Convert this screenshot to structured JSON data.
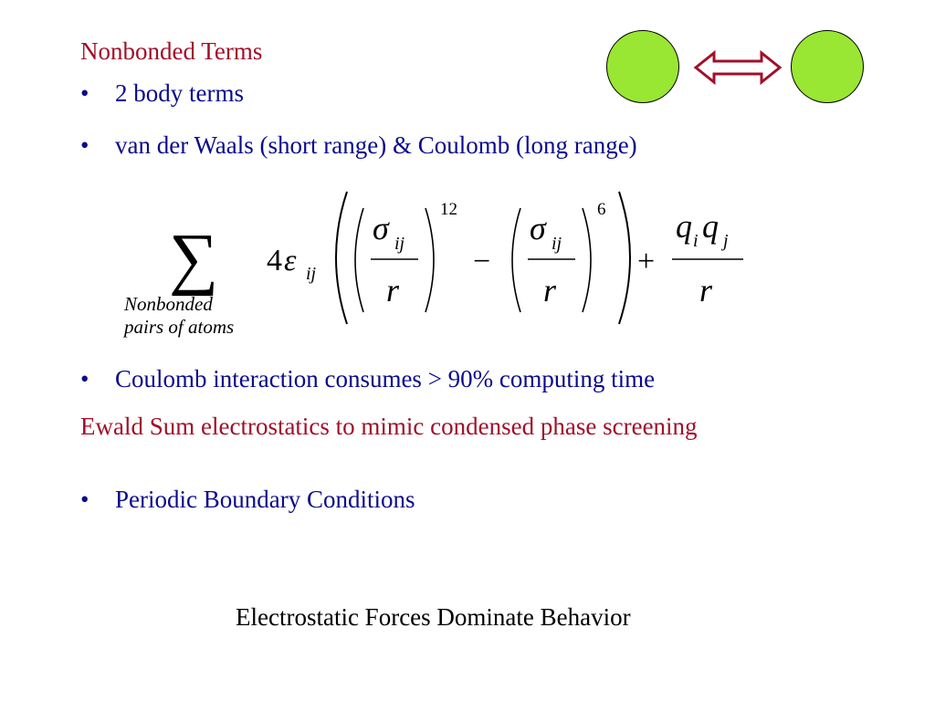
{
  "slide": {
    "heading": "Nonbonded Terms",
    "bullets_top": [
      {
        "marker": "•",
        "text": "2 body terms"
      },
      {
        "marker": "•",
        "text": "van der Waals (short range) & Coulomb (long range)"
      }
    ],
    "bullet_coulomb": {
      "marker": "•",
      "text": "Coulomb interaction consumes > 90% computing time"
    },
    "ewald_heading": "Ewald Sum electrostatics to mimic condensed phase screening",
    "bullet_pbc": {
      "marker": "•",
      "text": "Periodic Boundary Conditions"
    },
    "footer": "Electrostatic Forces Dominate Behavior"
  },
  "formula": {
    "sum_symbol": "∑",
    "sum_sub_line1": "Nonbonded",
    "sum_sub_line2": "pairs of atoms",
    "coefficient": "4",
    "epsilon": "ε",
    "epsilon_sub": "ij",
    "sigma": "σ",
    "sigma_sub": "ij",
    "r": "r",
    "exp_12": "12",
    "exp_6": "6",
    "minus": "−",
    "plus": "+",
    "q": "q",
    "qi_sub": "i",
    "qj_sub": "j"
  },
  "colors": {
    "heading": "#a0102a",
    "bullet": "#0b0b8c",
    "footer": "#000000",
    "atom_fill": "#99e633",
    "arrow": "#a0102a"
  }
}
